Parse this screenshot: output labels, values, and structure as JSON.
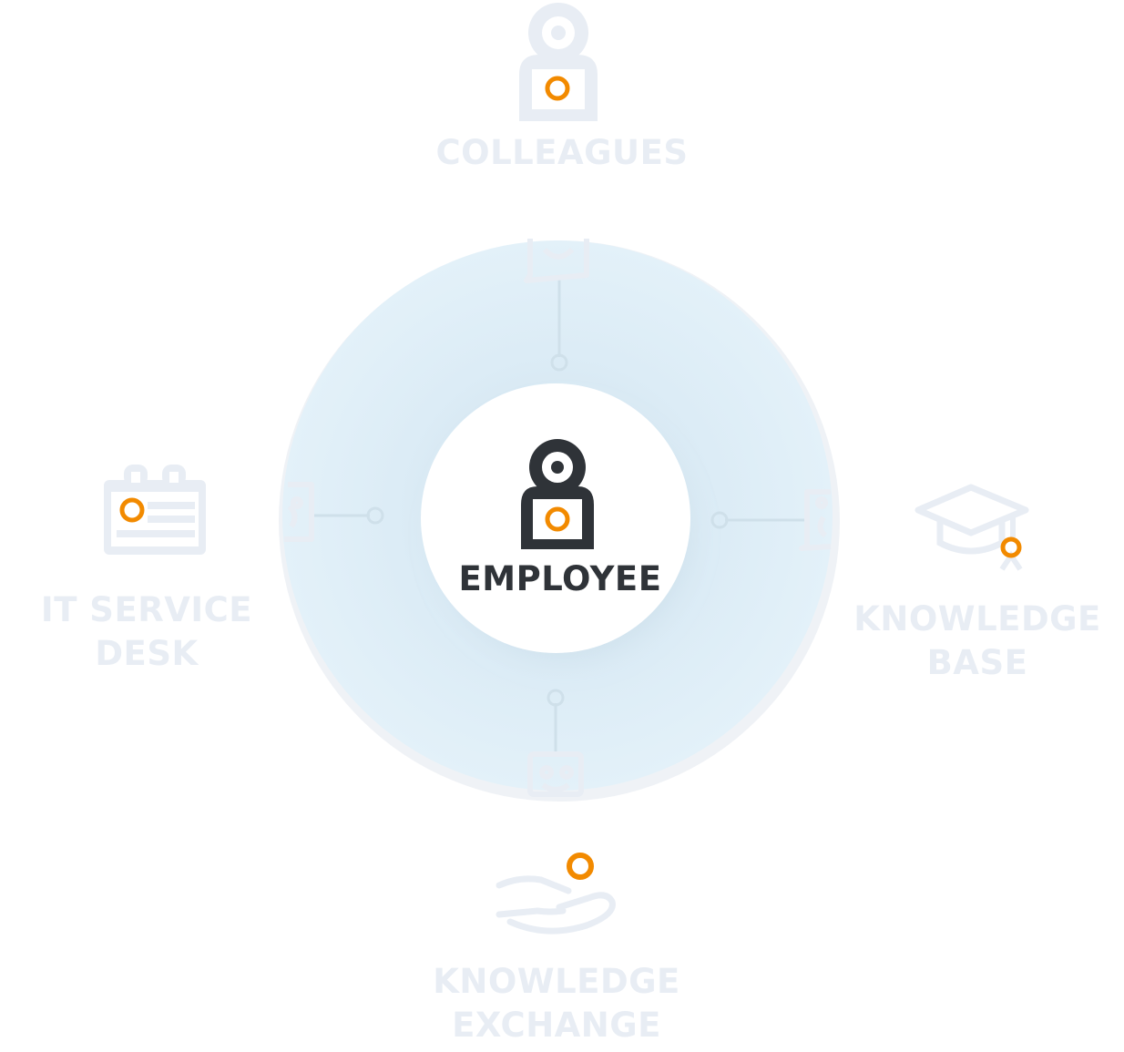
{
  "center": {
    "label": "EMPLOYEE"
  },
  "nodes": [
    {
      "id": "colleagues",
      "label": "COLLEAGUES",
      "icon": "person-badge-icon"
    },
    {
      "id": "it-service-desk",
      "label": "IT SERVICE\nDESK",
      "icon": "id-card-icon"
    },
    {
      "id": "knowledge-base",
      "label": "KNOWLEDGE\nBASE",
      "icon": "graduation-cap-icon"
    },
    {
      "id": "knowledge-exchange",
      "label": "KNOWLEDGE\nEXCHANGE",
      "icon": "giving-hand-icon"
    }
  ],
  "colors": {
    "accent": "#f28a00",
    "ring": "#e1f0f8",
    "faded": "#e8edf4",
    "dark": "#2f3338",
    "center_fill": "#ffffff"
  }
}
